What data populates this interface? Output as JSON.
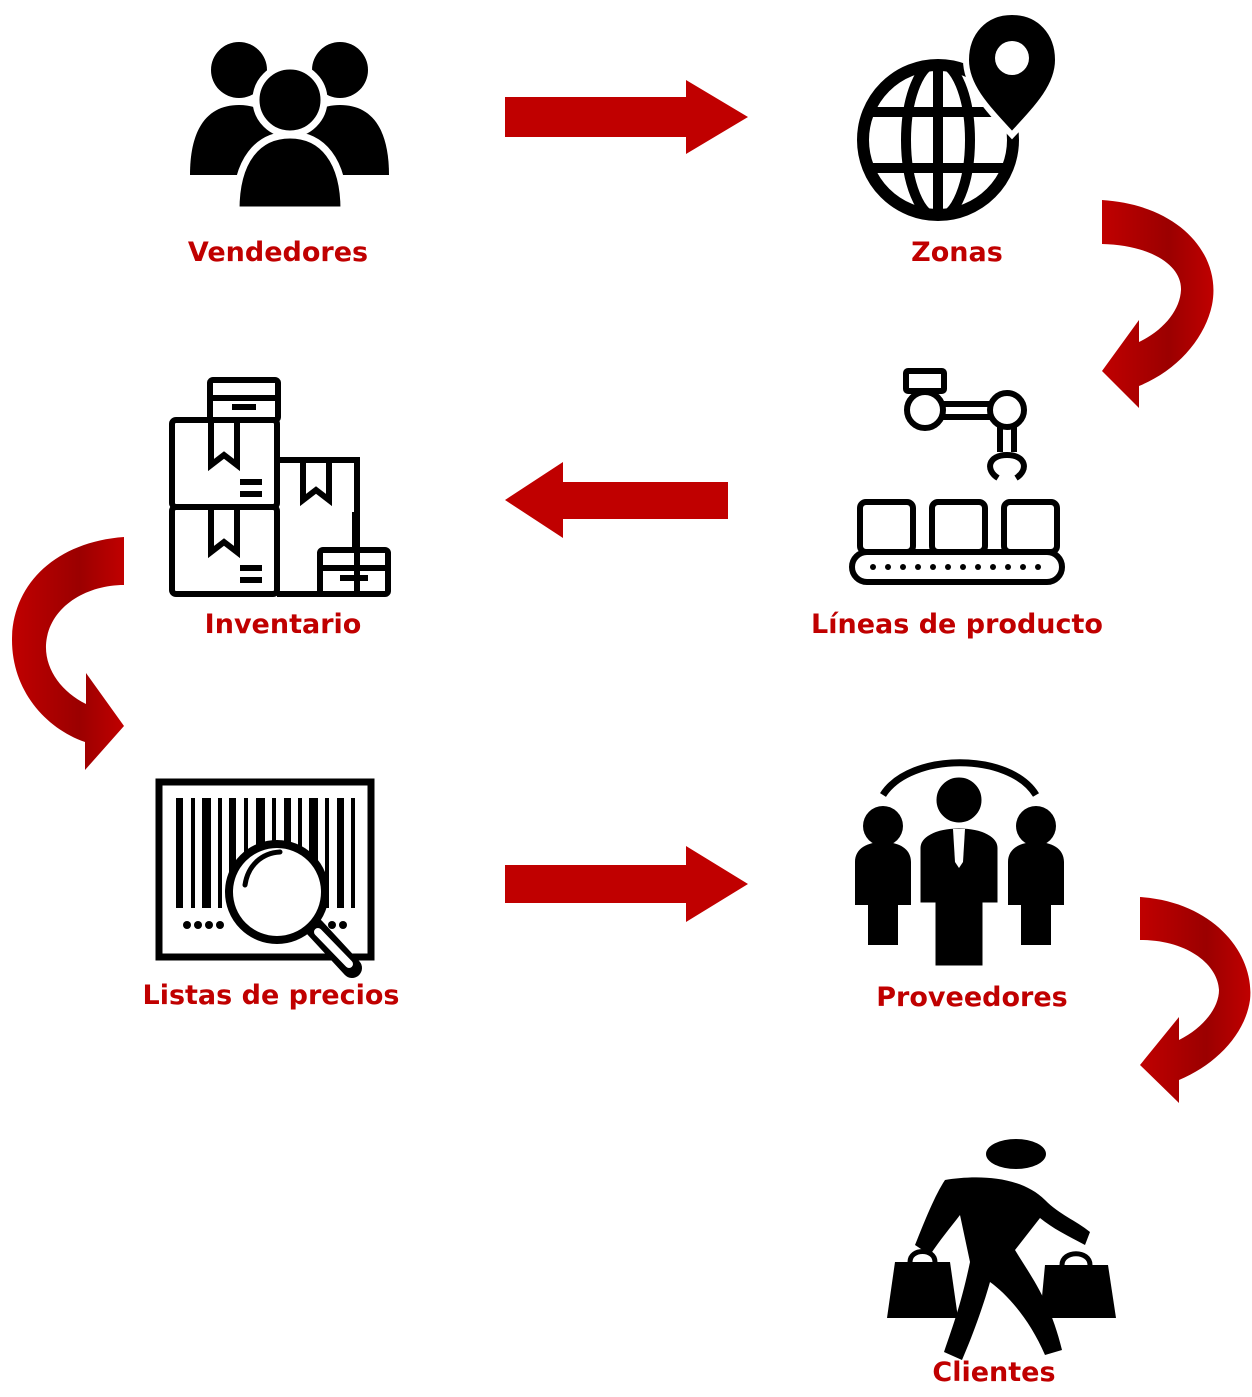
{
  "colors": {
    "label": "#c00000",
    "arrow": "#c00000",
    "arrow_dark": "#8a0000",
    "icon": "#000000"
  },
  "nodes": [
    {
      "id": "vendedores",
      "label": "Vendedores",
      "icon": "people-group-icon"
    },
    {
      "id": "zonas",
      "label": "Zonas",
      "icon": "globe-location-icon"
    },
    {
      "id": "lineas",
      "label": "Líneas de producto",
      "icon": "production-line-icon"
    },
    {
      "id": "inventario",
      "label": "Inventario",
      "icon": "boxes-inventory-icon"
    },
    {
      "id": "listas",
      "label": "Listas de precios",
      "icon": "barcode-search-icon"
    },
    {
      "id": "proveedores",
      "label": "Proveedores",
      "icon": "business-team-icon"
    },
    {
      "id": "clientes",
      "label": "Clientes",
      "icon": "shopper-icon"
    }
  ]
}
